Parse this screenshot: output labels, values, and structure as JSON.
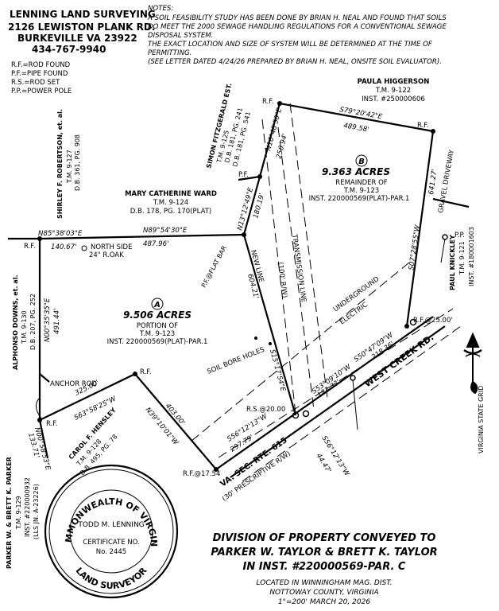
{
  "header": {
    "company": "LENNING LAND SURVEYING",
    "address": "2126 LEWISTON PLANK RD.",
    "city": "BURKEVILLE VA 23922",
    "phone": "434-767-9940"
  },
  "legend": [
    "R.F.=ROD FOUND",
    "P.F.=PIPE FOUND",
    "R.S.=ROD SET",
    "P.P.=POWER POLE"
  ],
  "notes": {
    "title": "NOTES:",
    "lines": [
      "A SOIL FEASIBILITY STUDY HAS BEEN DONE BY BRIAN H. NEAL AND FOUND THAT SOILS",
      "DO MEET THE 2000 SEWAGE HANDLING REGULATIONS FOR A CONVENTIONAL SEWAGE",
      "DISPOSAL SYSTEM.",
      "THE EXACT LOCATION AND SIZE OF SYSTEM WILL BE DETERMINED AT THE TIME OF",
      "PERMITTING.",
      "(SEE LETTER DATED 4/24/26 PREPARED BY BRIAN H. NEAL, ONSITE SOIL EVALUATOR)."
    ]
  },
  "parcel_a": {
    "marker": "A",
    "area": "9.506 ACRES",
    "line1": "PORTION OF",
    "line2": "T.M. 9-123",
    "line3": "INST. 220000569(PLAT)-PAR.1"
  },
  "parcel_b": {
    "marker": "B",
    "area": "9.363 ACRES",
    "line1": "REMAINDER OF",
    "line2": "T.M. 9-123",
    "line3": "INST. 220000569(PLAT)-PAR.1"
  },
  "owners": {
    "paula": [
      "PAULA HIGGERSON",
      "T.M. 9-122",
      "INST. #250000606"
    ],
    "mary": [
      "MARY CATHERINE WARD",
      "T.M. 9-124",
      "D.B. 178, PG. 170(PLAT)"
    ],
    "simon": [
      "SIMON FITZGERALD EST.",
      "T.M. 9-125",
      "D.B. 181, PG. 241",
      "D.B. 181, PG. 541"
    ],
    "shirley": [
      "SHIRLEY F. ROBERTSON, et. al.",
      "T.M. 9-127",
      "D.B. 361, PG. 908"
    ],
    "alphonso": [
      "ALPHONSO DOWNS, et. al.",
      "T.M. 9-130",
      "D.B. 207, PG. 252"
    ],
    "carol": [
      "CAROL F. HENSLEY",
      "T.M. 9-128",
      "D.B. 495, PG. 78"
    ],
    "parker": [
      "PARKER W. & BRETT K. PARKER",
      "T.M. 9-129",
      "INST. #220000932",
      "(LLS JN. A-23226)"
    ],
    "paulk": [
      "PAUL KNICKLEY",
      "T.M. 9-121",
      "INST. #180001603"
    ]
  },
  "bearings": {
    "b_top": "S79°20'42\"E",
    "d_top": "489.58'",
    "b_simon": "N16°48'50\"E",
    "d_simon": "250.94'",
    "b_pf": "N13°12'49\"E",
    "d_pf": "180.19'",
    "b_mary": "N89°54'30\"E",
    "d_mary": "487.96'",
    "b_nw": "N85°38'03\"E",
    "d_nw": "140.67'",
    "b_west": "N00°35'35\"E",
    "d_west": "491.44'",
    "b_newline": "S15°17'54\"E",
    "d_newline": "604.21'",
    "b_east": "S07°28'55\"W",
    "d_east": "641.27'",
    "b_carol_top": "S63°58'25\"W",
    "d_carol_top": "325.00'",
    "b_carol_side": "N39°10'01\"W",
    "d_carol_side": "403.00'",
    "b_sw": "N00°58'53\"E",
    "d_sw": "133.71'",
    "b_road1": "S56°12'13\"W",
    "d_road1": "297.79'",
    "b_road2": "S53°09'10\"W",
    "d_road2": "182.33'",
    "b_road3": "S50°47'09\"W",
    "d_road3": "218.36'",
    "b_road4": "S56°12'13\"W",
    "d_road4": "44.47'"
  },
  "labels": {
    "rf": "R.F.",
    "pf": "P.F.",
    "pf_flat": "P.F.@FLAT BAR",
    "rs": "R.S.@20.00",
    "rf_2500": "R.F.@25.00'",
    "rf_1754": "R.F.@17.54",
    "pp": "P.P.",
    "north_side_oak": "NORTH SIDE",
    "oak": "24\" R.OAK",
    "anchor_rod": "ANCHOR ROD",
    "new_line": "NEW LINE",
    "transmission": "TRANSMISSION LINE",
    "transmission_rw": "(100' R/W)",
    "underground": "UNDERGROUND",
    "electric": "ELECTRIC",
    "soil_bore": "SOIL BORE HOLES",
    "gravel": "GRAVEL DRIVEWAY",
    "west_creek": "WEST CREEK RD.",
    "rte": "VA. SEC. RTE. 615",
    "prescriptive": "(30' PRESCRIPTIVE R/W)",
    "grid": "VIRGINIA STATE GRID"
  },
  "seal": {
    "ring_top": "COMMONWEALTH OF VIRGINIA",
    "ring_bottom": "LAND SURVEYOR",
    "name": "TODD M. LENNING",
    "cert_label": "CERTIFICATE NO.",
    "cert_no": "No. 2445"
  },
  "title_block": {
    "line1": "DIVISION OF PROPERTY CONVEYED TO",
    "line2": "PARKER W. TAYLOR & BRETT K. TAYLOR",
    "line3": "IN INST. #220000569-PAR. C",
    "line4": "LOCATED IN WINNINGHAM MAG. DIST.",
    "line5": "NOTTOWAY COUNTY, VIRGINIA",
    "line6": "1\"=200'   MARCH 20, 2026"
  }
}
